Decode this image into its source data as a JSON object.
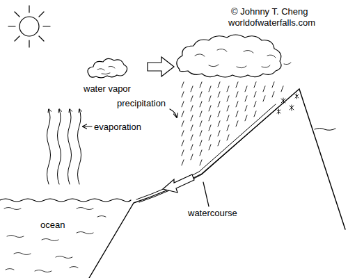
{
  "diagram": {
    "labels": [
      "© Johnny T. Cheng",
      "worldofwaterfalls.com",
      "water vapor",
      "precipitation",
      "evaporation",
      "ocean",
      "watercourse"
    ]
  }
}
